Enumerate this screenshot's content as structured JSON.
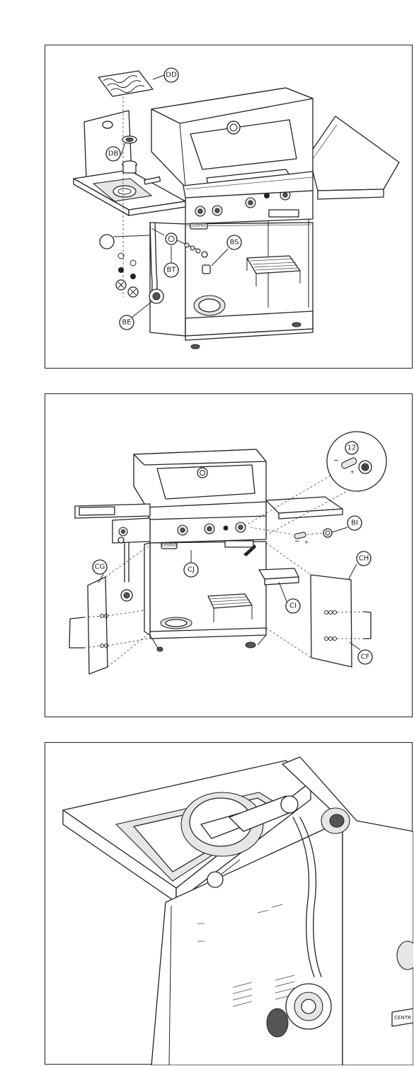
{
  "panel1": {
    "callouts": [
      {
        "id": "dd",
        "text": "DD"
      },
      {
        "id": "db",
        "text": "DB"
      },
      {
        "id": "bs",
        "text": "BS"
      },
      {
        "id": "bt",
        "text": "BT"
      },
      {
        "id": "be",
        "text": "BE"
      },
      {
        "id": "blank",
        "text": ""
      }
    ]
  },
  "panel2": {
    "callouts": [
      {
        "id": "bi",
        "text": "BI"
      },
      {
        "id": "ch",
        "text": "CH"
      },
      {
        "id": "cg",
        "text": "CG"
      },
      {
        "id": "cj",
        "text": "CJ"
      },
      {
        "id": "ci",
        "text": "CI"
      },
      {
        "id": "cf",
        "text": "CF"
      }
    ],
    "battery": {
      "size": "12",
      "minus": "−",
      "plus": "+",
      "minus2": "−",
      "plus2": "+"
    }
  },
  "panel3": {
    "brand_text": "CENTR",
    "callouts": [
      {
        "id": "blank",
        "text": ""
      }
    ]
  },
  "brand": {
    "text": "CENTRO"
  }
}
